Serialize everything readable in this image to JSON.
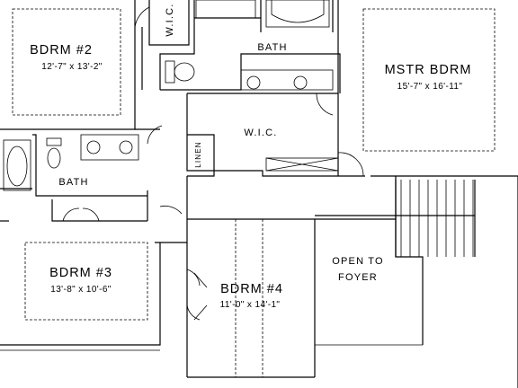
{
  "rooms": {
    "bdrm2": {
      "name": "BDRM #2",
      "dims": "12'-7\" x 13'-2\""
    },
    "wic_top": {
      "name": "W.I.C."
    },
    "bath_top": {
      "name": "BATH"
    },
    "mstr": {
      "name": "MSTR BDRM",
      "dims": "15'-7\" x 16'-11\""
    },
    "wic_mid": {
      "name": "W.I.C."
    },
    "linen": {
      "name": "LINEN"
    },
    "bath_left": {
      "name": "BATH"
    },
    "bdrm3": {
      "name": "BDRM #3",
      "dims": "13'-8\" x 10'-6\""
    },
    "bdrm4": {
      "name": "BDRM #4",
      "dims": "11'-0\" x 14'-1\""
    },
    "open_foyer": {
      "line1": "OPEN TO",
      "line2": "FOYER"
    }
  }
}
